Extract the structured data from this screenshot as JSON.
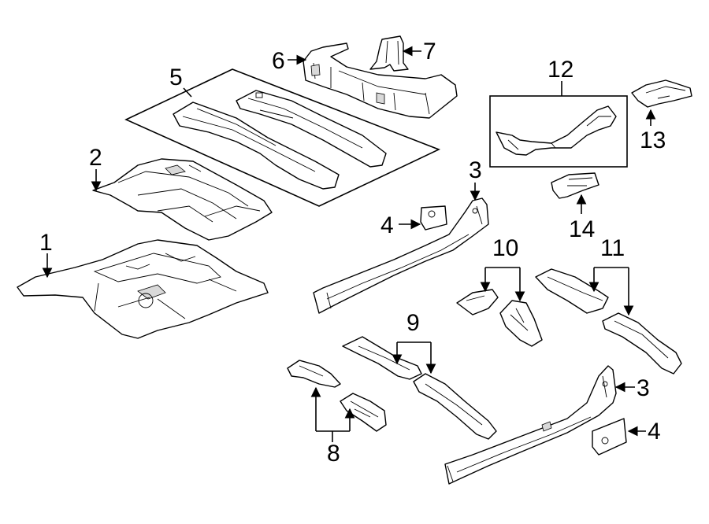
{
  "callouts": {
    "c1": "1",
    "c2": "2",
    "c3a": "3",
    "c3b": "3",
    "c4a": "4",
    "c4b": "4",
    "c5": "5",
    "c6": "6",
    "c7": "7",
    "c8": "8",
    "c9": "9",
    "c10": "10",
    "c11": "11",
    "c12": "12",
    "c13": "13",
    "c14": "14"
  }
}
